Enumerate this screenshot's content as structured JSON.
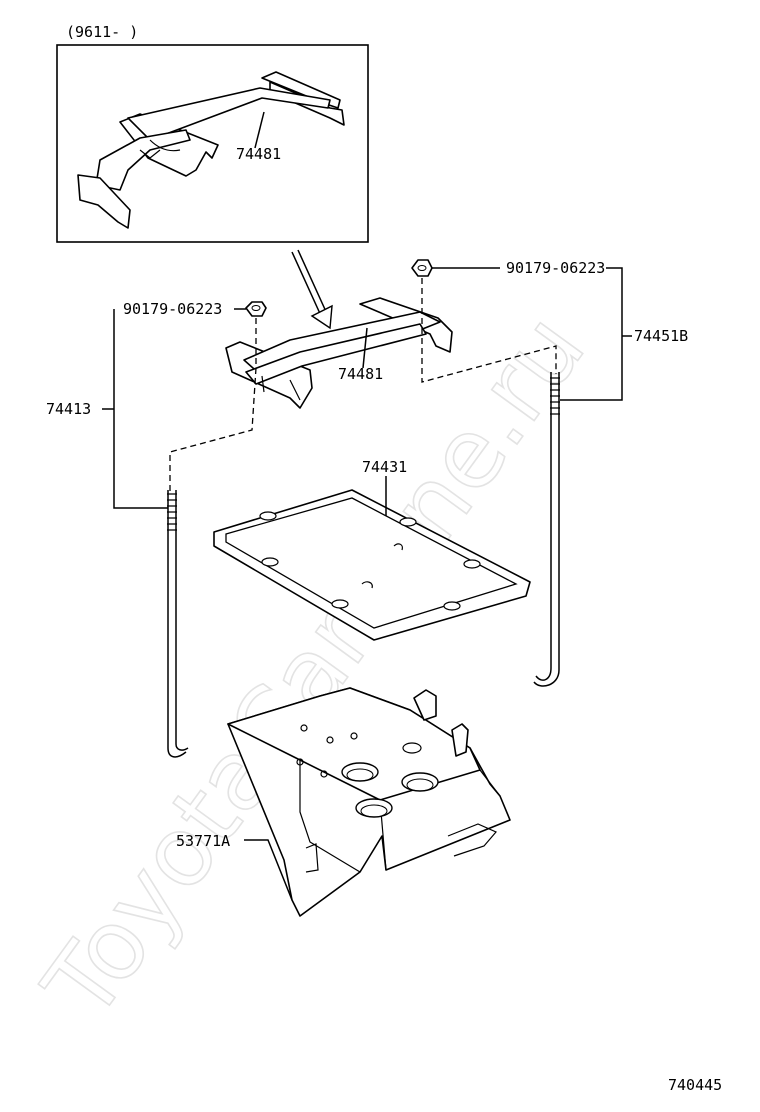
{
  "variant_note": "(9611-    )",
  "watermark": "ToyotaCarMine.ru",
  "diagram_id": "740445",
  "parts": {
    "hold_down_clamp_inset": "74481",
    "hold_down_clamp": "74481",
    "nut_left": "90179-06223",
    "nut_right": "90179-06223",
    "rod_left": "74413",
    "rod_right": "74451B",
    "battery_tray": "74431",
    "battery_carrier": "53771A"
  }
}
